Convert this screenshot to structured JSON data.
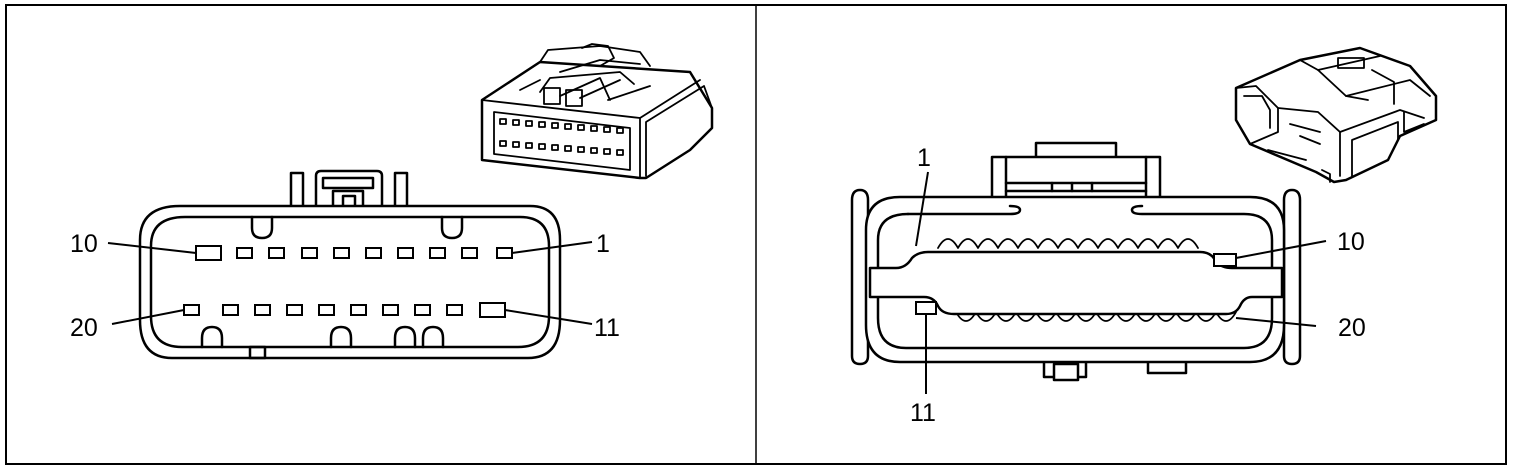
{
  "left_panel": {
    "pin_labels": {
      "top_left": "10",
      "top_right": "1",
      "bottom_left": "20",
      "bottom_right": "11"
    }
  },
  "right_panel": {
    "pin_labels": {
      "top_left": "1",
      "top_right": "10",
      "bottom_right": "20",
      "bottom_center": "11"
    }
  },
  "colors": {
    "line": "#000000",
    "background": "#ffffff"
  }
}
